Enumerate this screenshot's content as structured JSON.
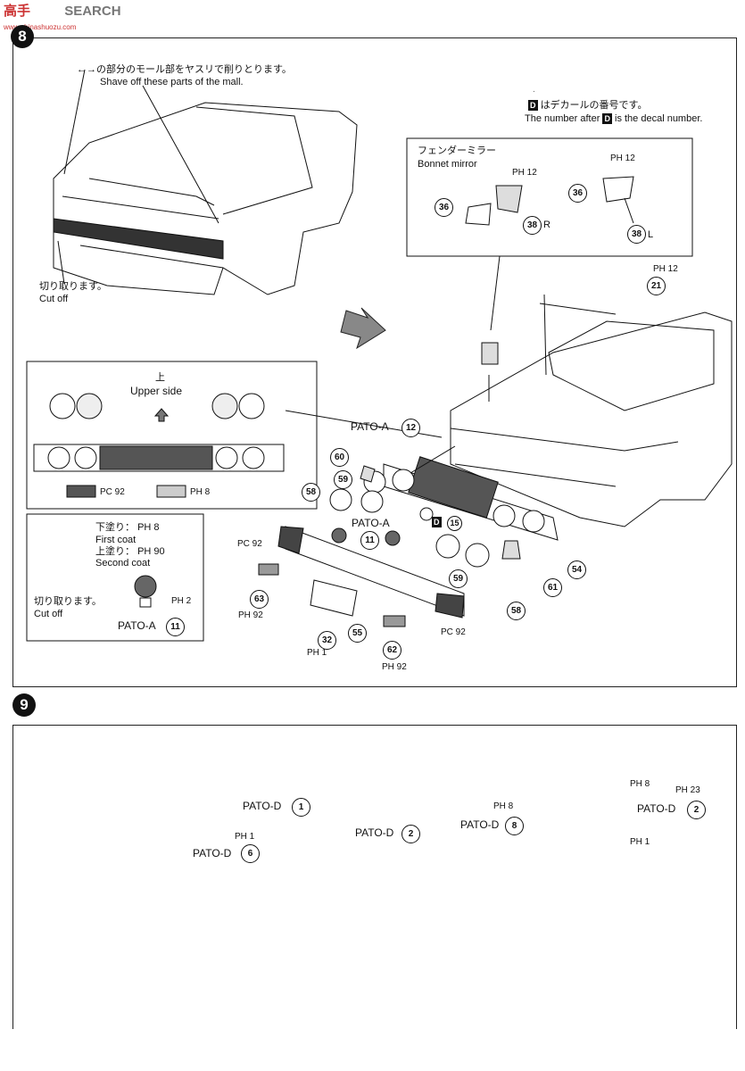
{
  "watermark": {
    "prefix": "高手",
    "text": "SEARCH",
    "site": "www.chinashuozu.com"
  },
  "step8": {
    "badge": "8",
    "mall_note_ja": "←→の部分のモール部をヤスリで削りとります。",
    "mall_note_en": "Shave off these parts of the mall.",
    "cutoff_ja": "切り取ります。",
    "cutoff_en": "Cut off",
    "decal_note_ja": "はデカールの番号です。",
    "decal_note_en_a": "The number after",
    "decal_note_en_b": "is the decal number.",
    "decal_mark": "D",
    "mirror_ja": "フェンダーミラー",
    "mirror_en": "Bonnet mirror",
    "upper_ja": "上",
    "upper_en": "Upper side",
    "first_ja": "下塗り：",
    "first_en": "First coat",
    "second_ja": "上塗り：",
    "second_en": "Second coat",
    "cutoff2_ja": "切り取ります。",
    "cutoff2_en": "Cut off",
    "pato_a": "PATO-A",
    "mirror_r": "R",
    "mirror_l": "L",
    "parts": [
      "36",
      "38",
      "36",
      "38",
      "21",
      "12",
      "60",
      "59",
      "58",
      "11",
      "15",
      "59",
      "58",
      "61",
      "54",
      "63",
      "32",
      "55",
      "62",
      "11"
    ],
    "paint": {
      "ph12": "PH 12",
      "pc92": "PC 92",
      "ph8": "PH 8",
      "ph90": "PH 90",
      "ph2": "PH 2",
      "ph92": "PH 92",
      "ph1": "PH 1"
    }
  },
  "step9": {
    "badge": "9",
    "pato_d": "PATO-D",
    "parts": [
      "1",
      "2",
      "8",
      "6",
      "2"
    ],
    "paint": {
      "ph1": "PH 1",
      "ph8": "PH 8",
      "ph23": "PH 23"
    }
  }
}
